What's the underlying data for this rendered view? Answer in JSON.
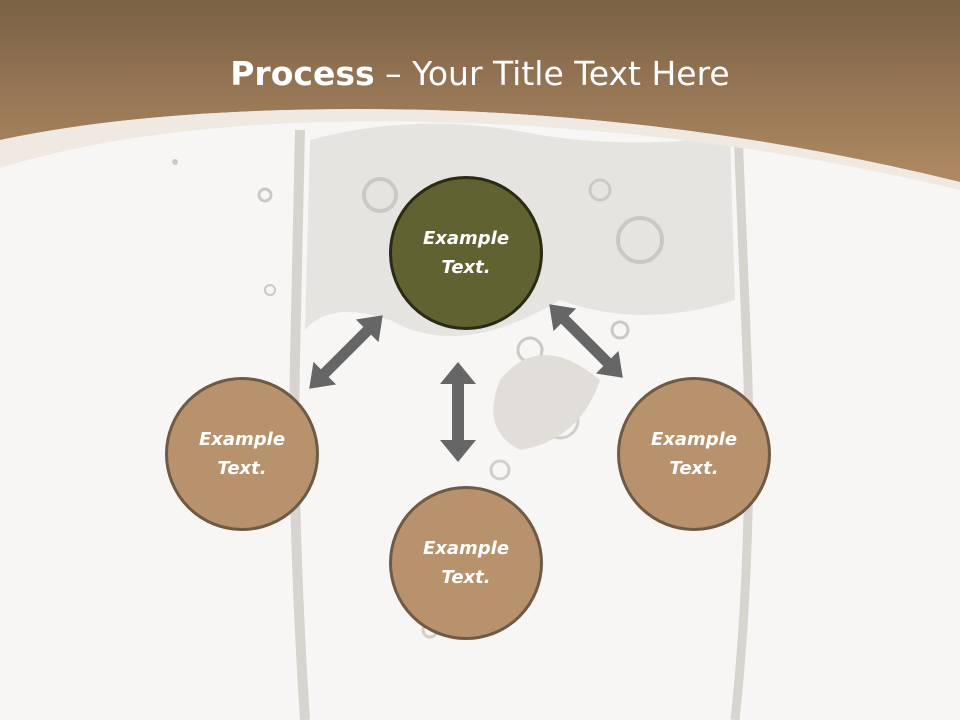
{
  "title": {
    "bold": "Process",
    "rest": " – Your Title Text Here"
  },
  "nodes": {
    "top": "Example Text.",
    "left": "Example Text.",
    "right": "Example Text.",
    "bottom": "Example Text."
  },
  "colors": {
    "header_brown": "#a8835f",
    "center_node": "#616232",
    "satellite_node": "#b8916d",
    "node_border": "#6e5a45",
    "arrow": "#666666",
    "background": "#f8f6f4"
  }
}
